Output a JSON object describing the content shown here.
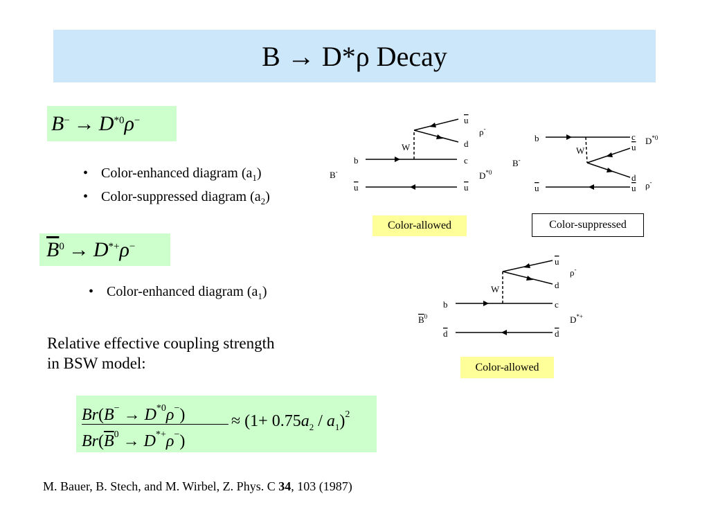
{
  "slide": {
    "title": "B → D*ρ Decay"
  },
  "equations": {
    "eq1": {
      "b": "B",
      "b_sup": "−",
      "arrow": "→",
      "d": "D",
      "d_sup": "*0",
      "rho": "ρ",
      "rho_sup": "−"
    },
    "eq2": {
      "b": "B",
      "b_sup": "0",
      "arrow": "→",
      "d": "D",
      "d_sup": "*+",
      "rho": "ρ",
      "rho_sup": "−"
    }
  },
  "bullets1": [
    {
      "text": "Color-enhanced diagram (a",
      "sub": "1",
      "end": ")"
    },
    {
      "text": "Color-suppressed diagram (a",
      "sub": "2",
      "end": ")"
    }
  ],
  "bullets2": [
    {
      "text": "Color-enhanced diagram (a",
      "sub": "1",
      "end": ")"
    }
  ],
  "relative_text": {
    "line1": "Relative effective coupling strength",
    "line2": "in BSW model:"
  },
  "formula": {
    "num": {
      "br": "Br",
      "b": "B",
      "b_sup": "−",
      "d_sup": "*0",
      "rho_sup": "−"
    },
    "den": {
      "br": "Br",
      "b": "B",
      "b_sup": "0",
      "d_sup": "*+",
      "rho_sup": "−"
    },
    "rhs_approx": "≈ (1+ 0.75",
    "a2": "a",
    "a2_sub": "2",
    "slash": " / ",
    "a1": "a",
    "a1_sub": "1",
    "close": ")",
    "exp": "2"
  },
  "reference": {
    "text": "M. Bauer, B. Stech, and M. Wirbel, Z. Phys. C ",
    "volume": "34",
    "rest": ", 103 (1987)"
  },
  "diagram_labels": {
    "color_allowed": "Color-allowed",
    "color_suppressed": "Color-suppressed",
    "d1": {
      "meson": "B",
      "meson_sup": "-",
      "b": "b",
      "ubar": "u",
      "c": "c",
      "d": "d",
      "W": "W",
      "rho": "ρ",
      "rho_sup": "-",
      "D": "D",
      "D_sup": "*0"
    },
    "d2": {
      "meson": "B",
      "meson_sup": "-",
      "b": "b",
      "ubar": "u",
      "c": "c",
      "d": "d",
      "W": "W",
      "rho": "ρ",
      "rho_sup": "-",
      "D": "D",
      "D_sup": "*0"
    },
    "d3": {
      "meson": "B",
      "meson_sup": "0",
      "b": "b",
      "dbar": "d",
      "ubar": "u",
      "c": "c",
      "d": "d",
      "W": "W",
      "rho": "ρ",
      "rho_sup": "-",
      "D": "D",
      "D_sup": "*+"
    }
  }
}
